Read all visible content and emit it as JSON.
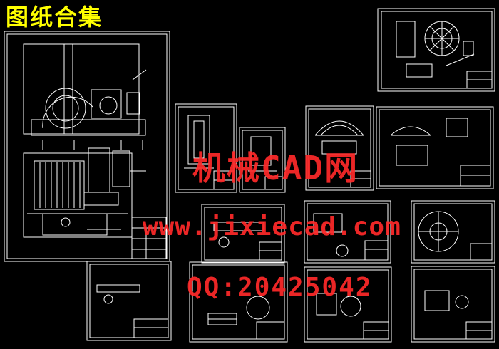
{
  "page_title": "图纸合集",
  "watermark": {
    "line1": "机械CAD网",
    "line2": "www.jixiecad.com",
    "line3": "QQ:20425042"
  },
  "colors": {
    "background": "#000000",
    "title": "#ffff00",
    "watermark": "#ff2a2a",
    "sheet_border": "#ffffff"
  },
  "sheets": [
    {
      "id": "main-assembly"
    },
    {
      "id": "gear-plate"
    },
    {
      "id": "part-a"
    },
    {
      "id": "part-b"
    },
    {
      "id": "gear-arch"
    },
    {
      "id": "housing"
    },
    {
      "id": "shaft"
    },
    {
      "id": "bracket"
    },
    {
      "id": "disc"
    },
    {
      "id": "small-part"
    },
    {
      "id": "wheel"
    },
    {
      "id": "flange"
    },
    {
      "id": "cover"
    }
  ]
}
